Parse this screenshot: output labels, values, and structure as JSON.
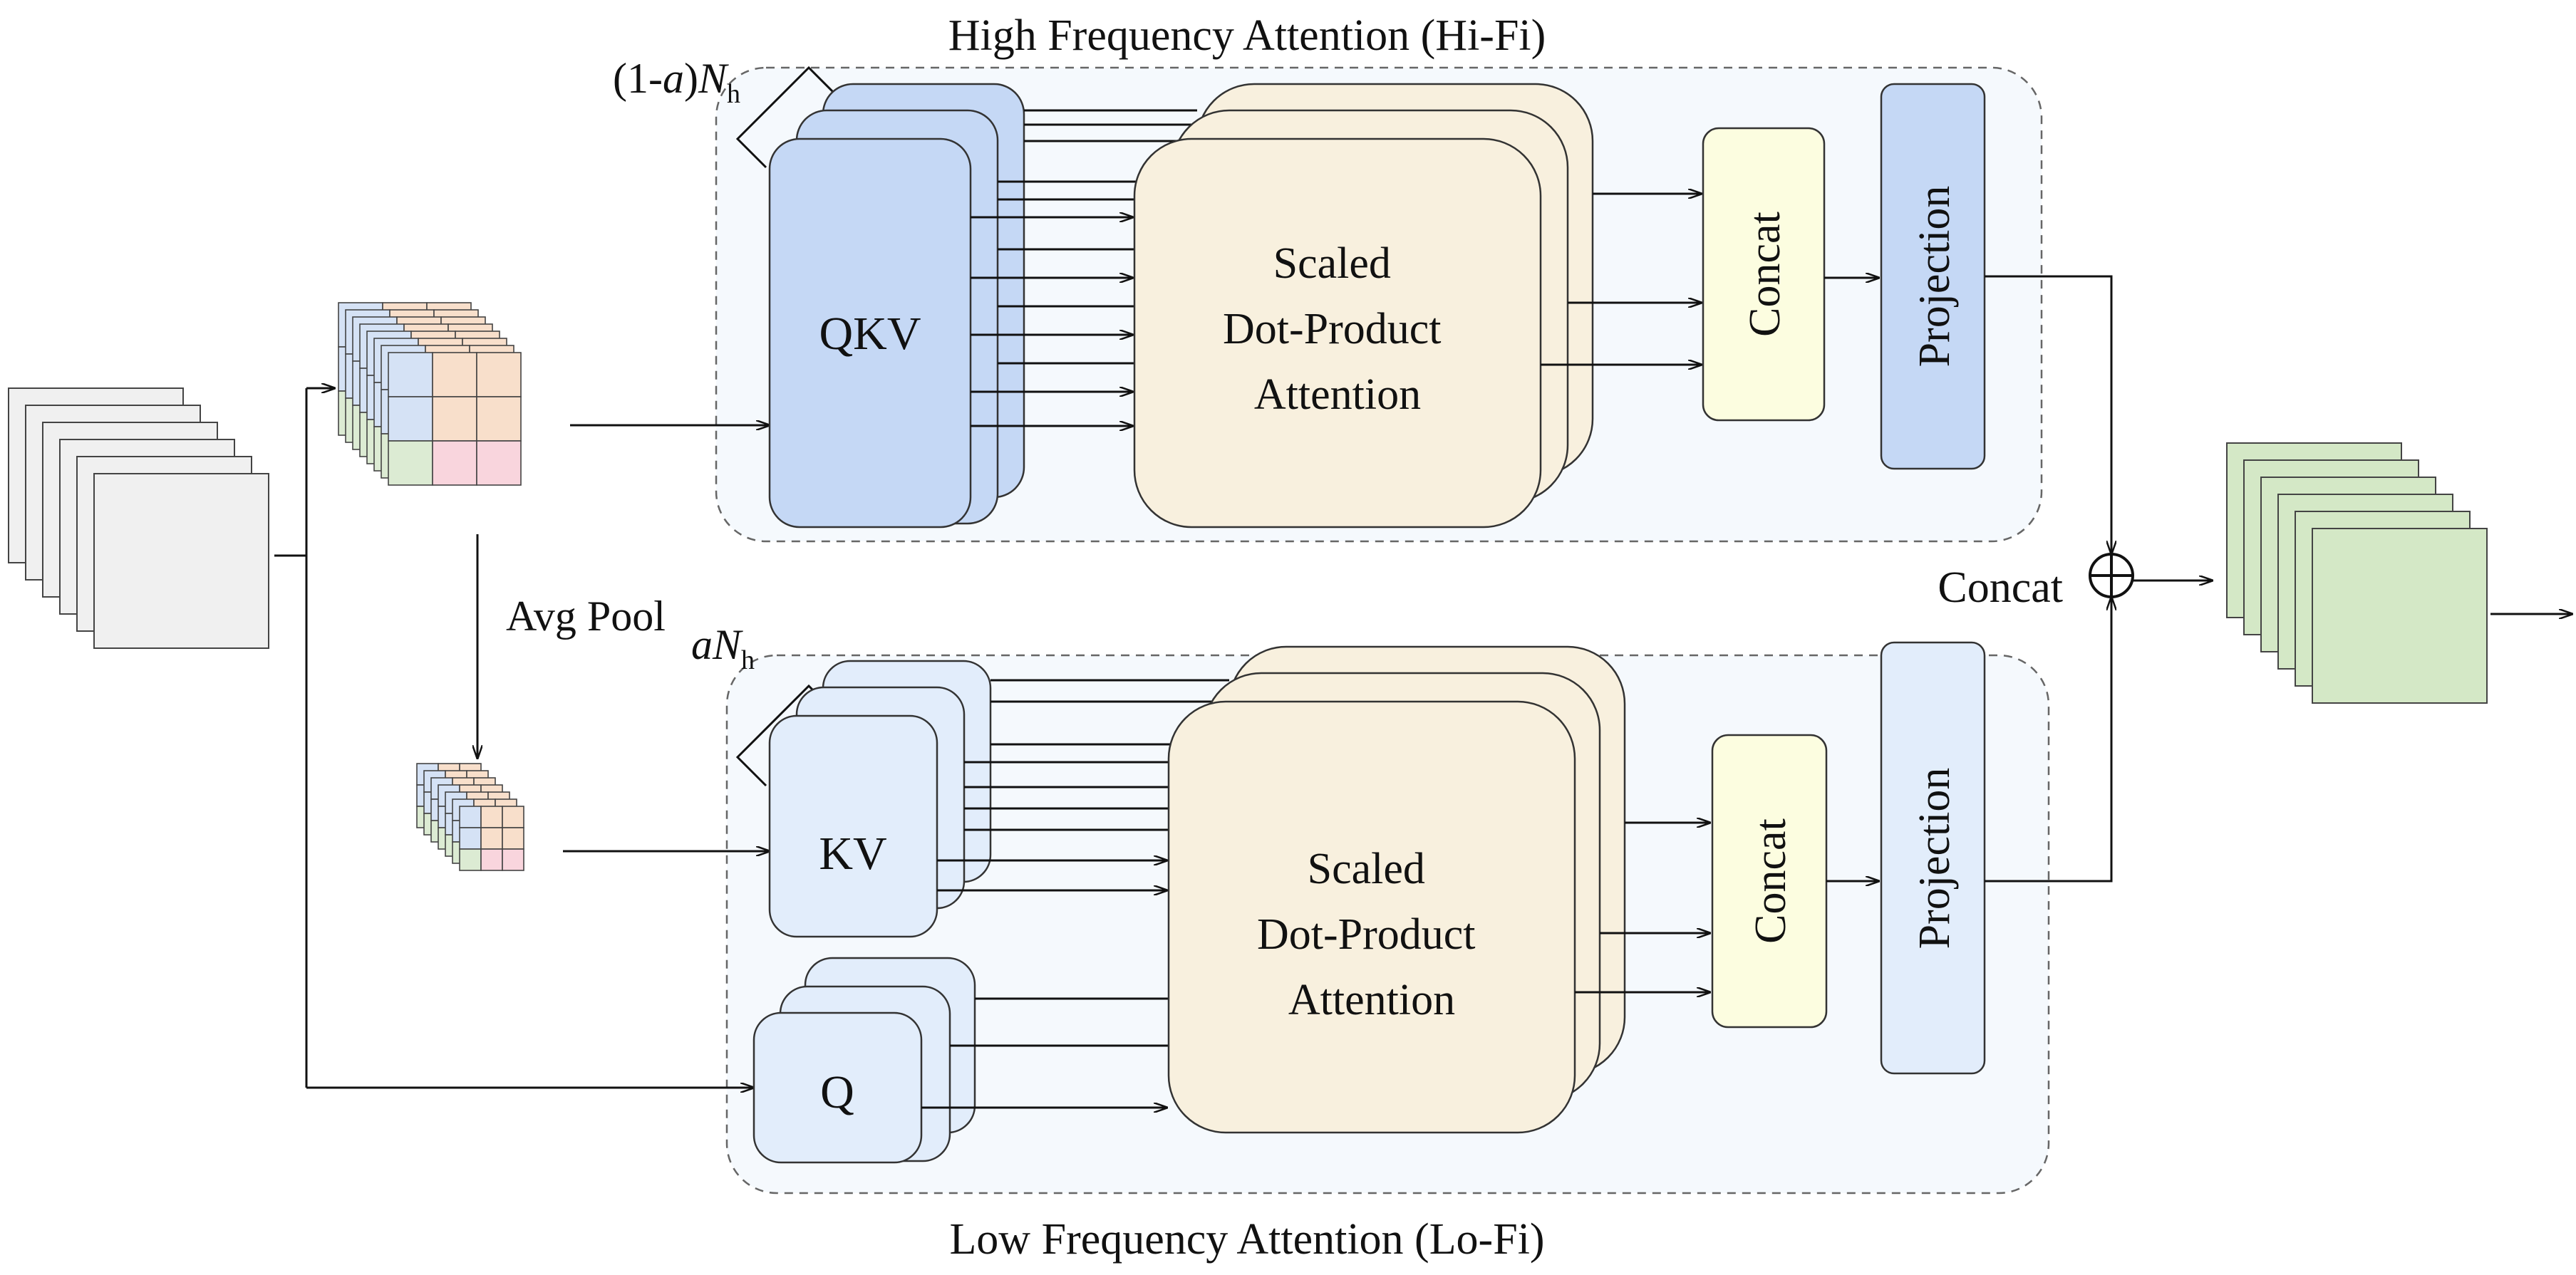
{
  "hifi": {
    "title": "High Frequency Attention (Hi-Fi)",
    "heads_prefix": "(1-",
    "heads_alpha": "a",
    "heads_close": ")",
    "heads_N": "N",
    "heads_sub": "h",
    "qkv_label": "QKV",
    "attention_line1": "Scaled",
    "attention_line2": "Dot-Product",
    "attention_line3": "Attention",
    "concat_label": "Concat",
    "projection_label": "Projection"
  },
  "lofi": {
    "title": "Low Frequency Attention (Lo-Fi)",
    "heads_alpha": "a",
    "heads_N": "N",
    "heads_sub": "h",
    "kv_label": "KV",
    "q_label": "Q",
    "attention_line1": "Scaled",
    "attention_line2": "Dot-Product",
    "attention_line3": "Attention",
    "concat_label": "Concat",
    "projection_label": "Projection"
  },
  "pool_label": "Avg Pool",
  "merge_label": "Concat",
  "colors": {
    "qkv_fill": "#c5d8f5",
    "kv_fill": "#e2edfb",
    "attention_fill": "#f8f0de",
    "concat_fill": "#fcfde0",
    "hifi_projection_fill": "#c5d8f5",
    "lofi_projection_fill": "#e2edfb",
    "output_fill": "#d4e8c6",
    "input_fill": "#f0f0f0",
    "patch_blue": "#d5e2f5",
    "patch_orange": "#f8dfcb",
    "patch_green": "#dcebd3",
    "patch_pink": "#f9d5dd",
    "panel_fill": "#f5f9fd"
  },
  "icons": [
    "circle-plus-icon",
    "arrow-icon"
  ]
}
